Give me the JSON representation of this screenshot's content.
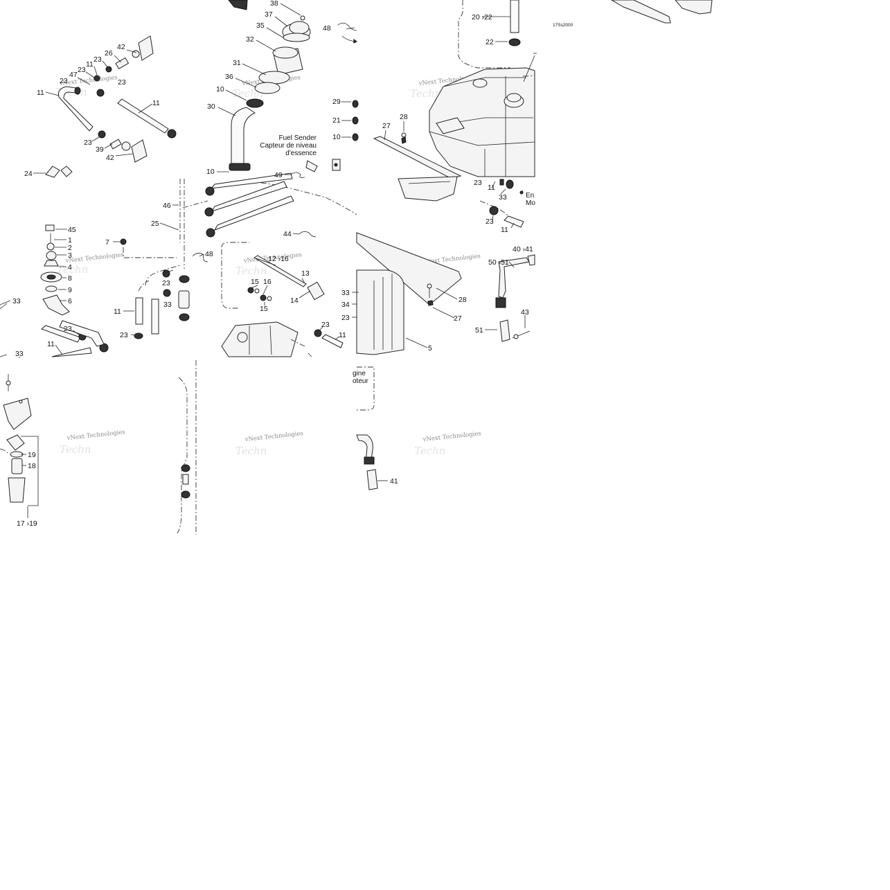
{
  "diagram": {
    "reference_code": "17Ss2000",
    "fuel_sender_caption": [
      "Fuel Sender",
      "Capteur de niveau",
      "d'essence"
    ],
    "engine_caption_fragments": [
      "En",
      "Mo",
      "gine",
      "oteur"
    ],
    "watermark": {
      "line1": "vNext Technologies",
      "line2": "Techn"
    },
    "callouts": {
      "c38": "38",
      "c37": "37",
      "c35": "35",
      "c32": "32",
      "c31": "31",
      "c36": "36",
      "c10a": "10",
      "c30": "30",
      "c10b": "10",
      "c48a": "48",
      "c20_22": "20 ›22",
      "c22": "22",
      "c42a": "42",
      "c26": "26",
      "c23a": "23",
      "c11a": "11",
      "c23b": "23",
      "c47": "47",
      "c23c": "23",
      "c23d": "23",
      "c11b": "11",
      "c11c": "11",
      "c23e": "23",
      "c39": "39",
      "c42b": "42",
      "c24": "24",
      "c29": "29",
      "c21": "21",
      "c10c": "10",
      "c28a": "28",
      "c27a": "27",
      "c49": "49",
      "c46": "46",
      "c25": "25",
      "c23f": "23",
      "c11d": "11",
      "c33a": "33",
      "c23g": "23",
      "c11e": "11",
      "c45": "45",
      "c1": "1",
      "c2": "2",
      "c3": "3",
      "c4": "4",
      "c8": "8",
      "c9": "9",
      "c6": "6",
      "c7": "7",
      "c33b": "33",
      "c23h": "23",
      "c11f": "11",
      "c33c": "33",
      "c48b": "48",
      "c23i": "23",
      "c33d": "33",
      "c11g": "11",
      "c23j": "23",
      "c44": "44",
      "c12_16": "12 ›16",
      "c15a": "15",
      "c16": "16",
      "c13": "13",
      "c15b": "15",
      "c14": "14",
      "c23k": "23",
      "c11h": "11",
      "c33e": "33",
      "c34": "34",
      "c23l": "23",
      "c28b": "28",
      "c27b": "27",
      "c5": "5",
      "c40_41": "40 ›41",
      "c50_51": "50 ›51",
      "c43": "43",
      "c51": "51",
      "c19": "19",
      "c18": "18",
      "c17_19": "17 ›19",
      "c41": "41"
    }
  }
}
